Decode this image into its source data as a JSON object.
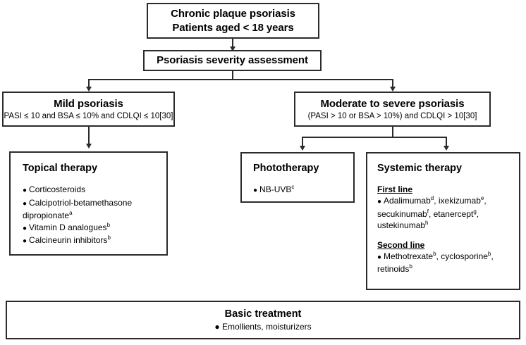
{
  "diagram": {
    "title_box": {
      "line1": "Chronic plaque psoriasis",
      "line2": "Patients aged < 18 years"
    },
    "assessment_box": {
      "label": "Psoriasis severity assessment"
    },
    "mild_box": {
      "title": "Mild psoriasis",
      "criteria": "PASI ≤ 10 and BSA ≤ 10% and CDLQI ≤ 10[30]"
    },
    "moderate_box": {
      "title": "Moderate to severe psoriasis",
      "criteria": "(PASI > 10 or BSA > 10%) and CDLQI > 10[30]"
    },
    "topical_box": {
      "heading": "Topical therapy",
      "items": [
        {
          "bullet": "●",
          "text": "Corticosteroids",
          "sup": ""
        },
        {
          "bullet": "●",
          "text": "Calcipotriol-betamethasone",
          "sup": ""
        },
        {
          "bullet": "",
          "text": "dipropionate",
          "sup": "a"
        },
        {
          "bullet": "●",
          "text": "Vitamin D analogues",
          "sup": "b"
        },
        {
          "bullet": "●",
          "text": "Calcineurin inhibitors",
          "sup": "b"
        }
      ]
    },
    "phototherapy_box": {
      "heading": "Phototherapy",
      "items": [
        {
          "bullet": "●",
          "text": "NB-UVB",
          "sup": "c"
        }
      ]
    },
    "systemic_box": {
      "heading": "Systemic therapy",
      "first_line_label": "First line",
      "first_line_items": [
        {
          "bullet": "●",
          "text": "Adalimumab",
          "sup": "d",
          "tail": ", ixekizumab",
          "sup2": "e",
          "tail2": ","
        },
        {
          "bullet": "",
          "text": "secukinumab",
          "sup": "f",
          "tail": ", etanercept",
          "sup2": "g",
          "tail2": ","
        },
        {
          "bullet": "",
          "text": "ustekinumab",
          "sup": "h",
          "tail": "",
          "sup2": "",
          "tail2": ""
        }
      ],
      "second_line_label": "Second line",
      "second_line_items": [
        {
          "bullet": "●",
          "text": "Methotrexate",
          "sup": "b",
          "tail": ", cyclosporine",
          "sup2": "b",
          "tail2": ","
        },
        {
          "bullet": "",
          "text": "retinoids",
          "sup": "b",
          "tail": "",
          "sup2": "",
          "tail2": ""
        }
      ]
    },
    "basic_box": {
      "title": "Basic treatment",
      "subtitle": "● Emollients, moisturizers"
    },
    "colors": {
      "line": "#2b2b2b",
      "background": "#ffffff",
      "text": "#000000"
    }
  }
}
